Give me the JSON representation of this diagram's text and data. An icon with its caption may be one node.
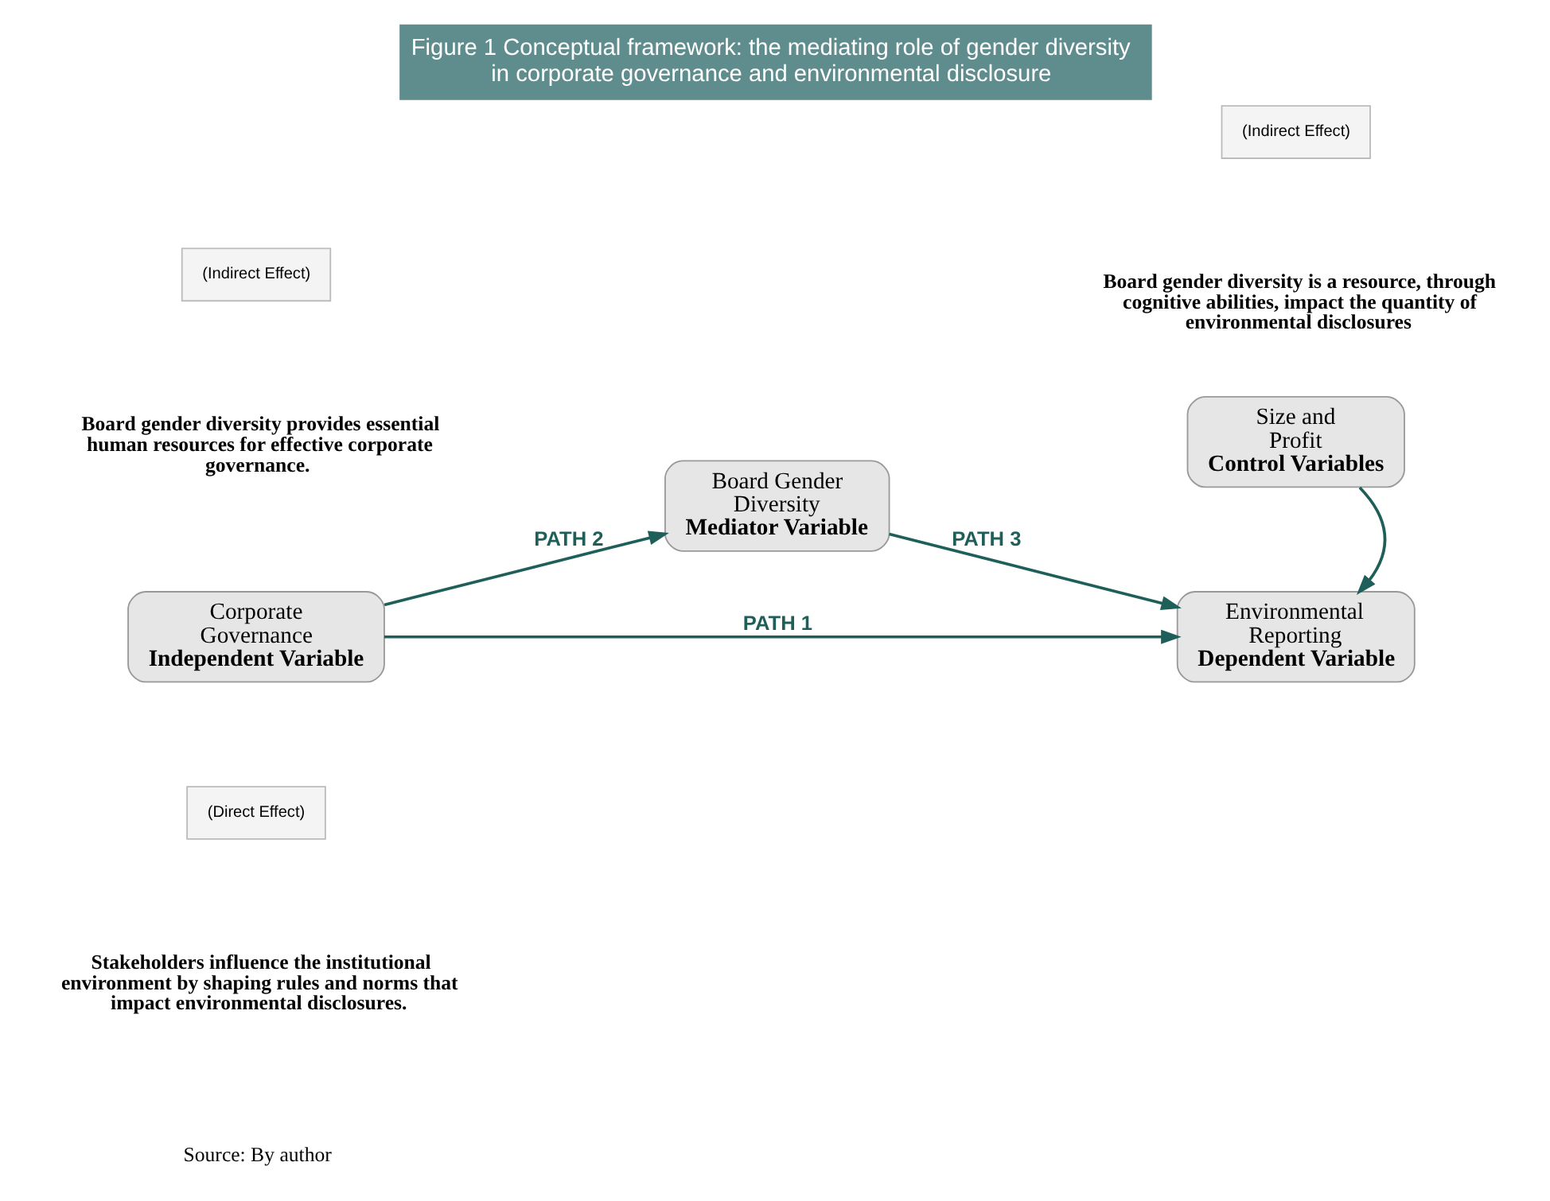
{
  "diagram": {
    "title": "Figure 1 Conceptual framework: the mediating role of gender diversity in corporate governance and environmental disclosure",
    "caption": "Source: By author",
    "nodes": [
      {
        "text": [
          "(Indirect Effect)"
        ]
      },
      {
        "text": [
          "Board Gender Diversity",
          "Mediator Variable"
        ]
      },
      {
        "text": [
          "(Indirect Effect)"
        ]
      },
      {
        "text": [
          "Corporate Governance",
          "Independent Variable"
        ]
      },
      {
        "text": [
          "Environmental Reporting",
          "Dependent Variable"
        ]
      },
      {
        "text": [
          "(Direct Effect)"
        ]
      },
      {
        "text": [
          "Size and Profit",
          "Control Variables"
        ]
      }
    ],
    "edges": [
      {
        "from": 3,
        "to": 1,
        "arrow": "to",
        "label": "PATH 2"
      },
      {
        "from": 1,
        "to": 4,
        "arrow": "to",
        "label": "PATH 3"
      },
      {
        "from": 3,
        "to": 4,
        "arrow": "to",
        "label": "PATH 1"
      },
      {
        "from": 6,
        "to": 4,
        "arrow": "to"
      }
    ],
    "labels": [
      "Board gender diversity provides essential human resources for effective corporate governance.",
      "Board gender diversity is a resource, through cognitive abilities, impact the quantity of environmental disclosures",
      "Stakeholders influence the institutional environment by shaping rules and norms that impact environmental disclosures."
    ]
  }
}
